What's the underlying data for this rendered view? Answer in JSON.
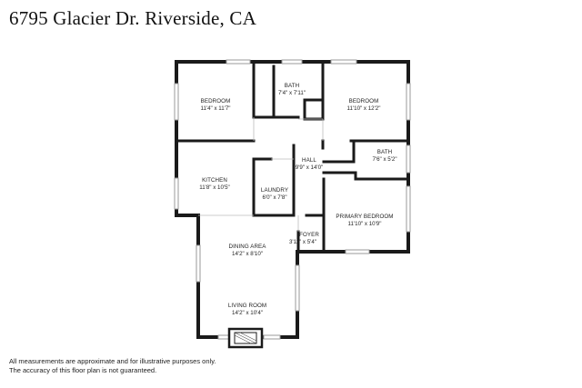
{
  "title": "6795 Glacier Dr. Riverside, CA",
  "rooms": {
    "bedroom_nw": {
      "name": "BEDROOM",
      "dims": "11'4\" x 11'7\""
    },
    "bath_top": {
      "name": "BATH",
      "dims": "7'4\" x 7'11\""
    },
    "bedroom_ne": {
      "name": "BEDROOM",
      "dims": "11'10\" x 12'2\""
    },
    "hall": {
      "name": "HALL",
      "dims": "9'9\" x 14'0\""
    },
    "bath_east": {
      "name": "BATH",
      "dims": "7'6\" x 5'2\""
    },
    "kitchen": {
      "name": "KITCHEN",
      "dims": "11'8\" x 10'5\""
    },
    "laundry": {
      "name": "LAUNDRY",
      "dims": "6'0\" x 7'8\""
    },
    "primary_bedroom": {
      "name": "PRIMARY BEDROOM",
      "dims": "11'10\" x 10'9\""
    },
    "foyer": {
      "name": "FOYER",
      "dims": "3'11\" x 5'4\""
    },
    "dining": {
      "name": "DINING AREA",
      "dims": "14'2\" x 8'10\""
    },
    "living": {
      "name": "LIVING ROOM",
      "dims": "14'2\" x 10'4\""
    }
  },
  "disclaimer": {
    "line1": "All measurements are approximate and for illustrative purposes only.",
    "line2": "The accuracy of this floor plan is not guaranteed."
  },
  "colors": {
    "wall": "#1a1a1a",
    "window": "#9a9a9a",
    "background": "#ffffff"
  }
}
